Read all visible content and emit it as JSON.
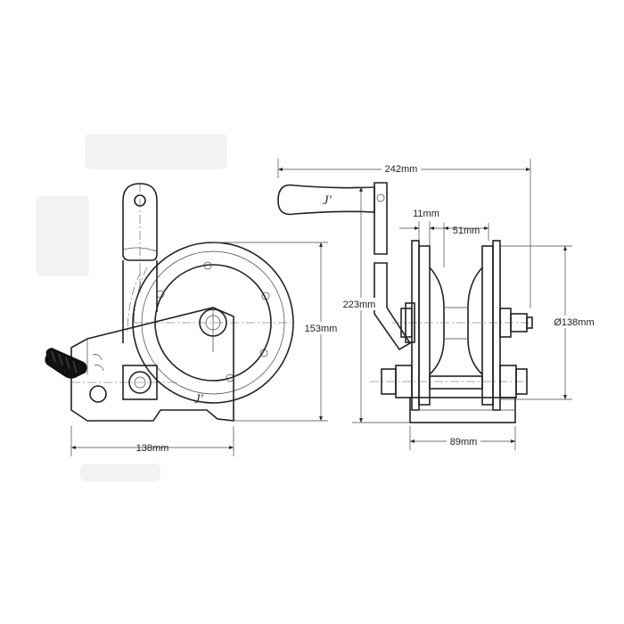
{
  "diagram": {
    "colors": {
      "line": "#222222",
      "grip": "#111111",
      "background": "#ffffff"
    },
    "logo_mark": "J'",
    "dimensions": {
      "side_width": "138mm",
      "side_height": "153mm",
      "overall_width": "242mm",
      "flange_gap": "11mm",
      "drum_width": "51mm",
      "handle_height": "223mm",
      "drum_diameter": "Ø138mm",
      "base_width": "89mm"
    }
  }
}
